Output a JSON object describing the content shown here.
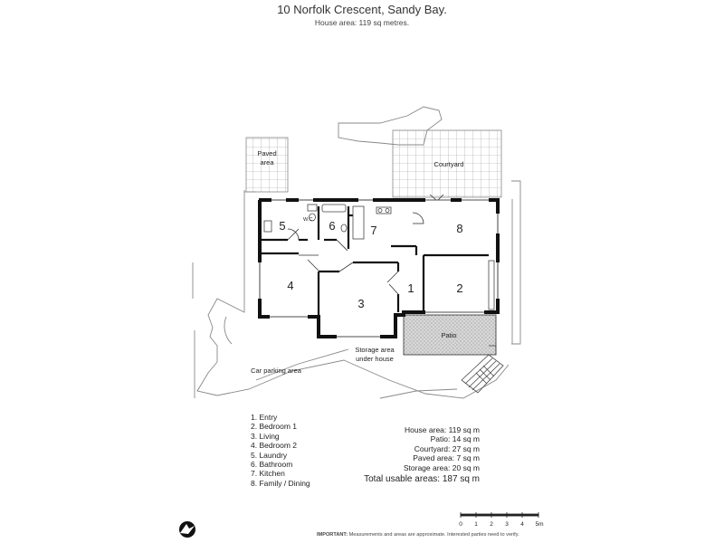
{
  "header": {
    "title": "10 Norfolk Crescent, Sandy Bay.",
    "subtitle": "House area: 119 sq metres."
  },
  "rooms": {
    "r1": "1",
    "r2": "2",
    "r3": "3",
    "r4": "4",
    "r5": "5",
    "r6": "6",
    "r7": "7",
    "r8": "8"
  },
  "outdoor_labels": {
    "paved": "Paved area",
    "courtyard": "Courtyard",
    "patio": "Patio",
    "storage": "Storage area under house",
    "car": "Car parking area",
    "wc": "W.C."
  },
  "legend": [
    "1. Entry",
    "2. Bedroom 1",
    "3. Living",
    "4. Bedroom 2",
    "5. Laundry",
    "6. Bathroom",
    "7. Kitchen",
    "8. Family / Dining"
  ],
  "areas": [
    {
      "label": "House area:",
      "value": "119 sq m"
    },
    {
      "label": "Patio:",
      "value": "14 sq m"
    },
    {
      "label": "Courtyard:",
      "value": "27 sq m"
    },
    {
      "label": "Paved area:",
      "value": "7 sq m"
    },
    {
      "label": "Storage area:",
      "value": "20 sq m"
    }
  ],
  "total": {
    "label": "Total usable areas:",
    "value": "187 sq m"
  },
  "scale": {
    "ticks": [
      "0",
      "1",
      "2",
      "3",
      "4",
      "5m"
    ]
  },
  "note": {
    "bold": "IMPORTANT:",
    "text": "Measurements and areas are approximate. Interested parties need to verify."
  },
  "icons": {
    "compass": "north-arrow-icon"
  }
}
